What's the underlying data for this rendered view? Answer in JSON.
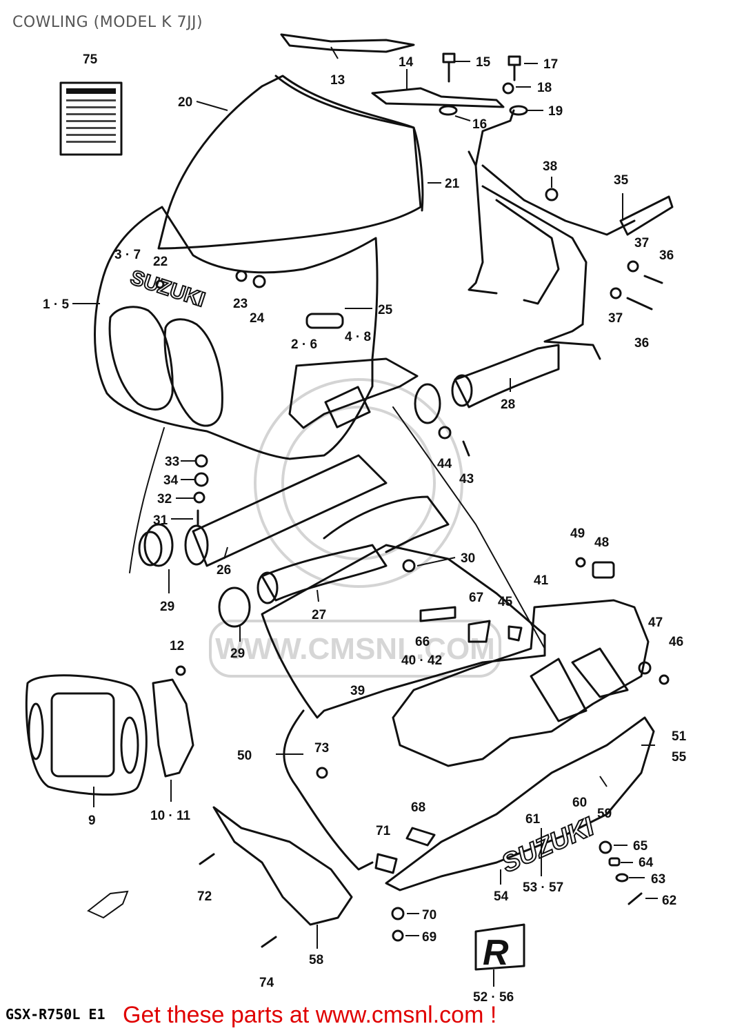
{
  "title": "COWLING (MODEL K 7JJ)",
  "model_code": "GSX-R750L E1",
  "footer_link": "Get these parts at www.cmsnl.com !",
  "watermark": "WWW.CMSNL.COM",
  "brand_marks": {
    "upper": "SUZUKI",
    "lower": "SUZUKI",
    "decal": "R"
  },
  "colors": {
    "footer": "#e00000",
    "ink": "#111111",
    "title": "#555555",
    "watermark": "#d4d4d4"
  },
  "callouts": [
    "1 · 5",
    "2 · 6",
    "3 · 7",
    "4 · 8",
    "9",
    "10 · 11",
    "12",
    "13",
    "14",
    "15",
    "16",
    "17",
    "18",
    "19",
    "20",
    "21",
    "22",
    "23",
    "24",
    "25",
    "26",
    "27",
    "28",
    "29",
    "29",
    "30",
    "31",
    "32",
    "33",
    "34",
    "35",
    "36",
    "36",
    "37",
    "37",
    "38",
    "39",
    "40 · 42",
    "41",
    "43",
    "44",
    "45",
    "46",
    "47",
    "48",
    "49",
    "50",
    "51",
    "55",
    "52 · 56",
    "53 · 57",
    "54",
    "58",
    "59",
    "60",
    "61",
    "62",
    "63",
    "64",
    "65",
    "66",
    "67",
    "68",
    "69",
    "70",
    "71",
    "72",
    "73",
    "74",
    "75"
  ]
}
